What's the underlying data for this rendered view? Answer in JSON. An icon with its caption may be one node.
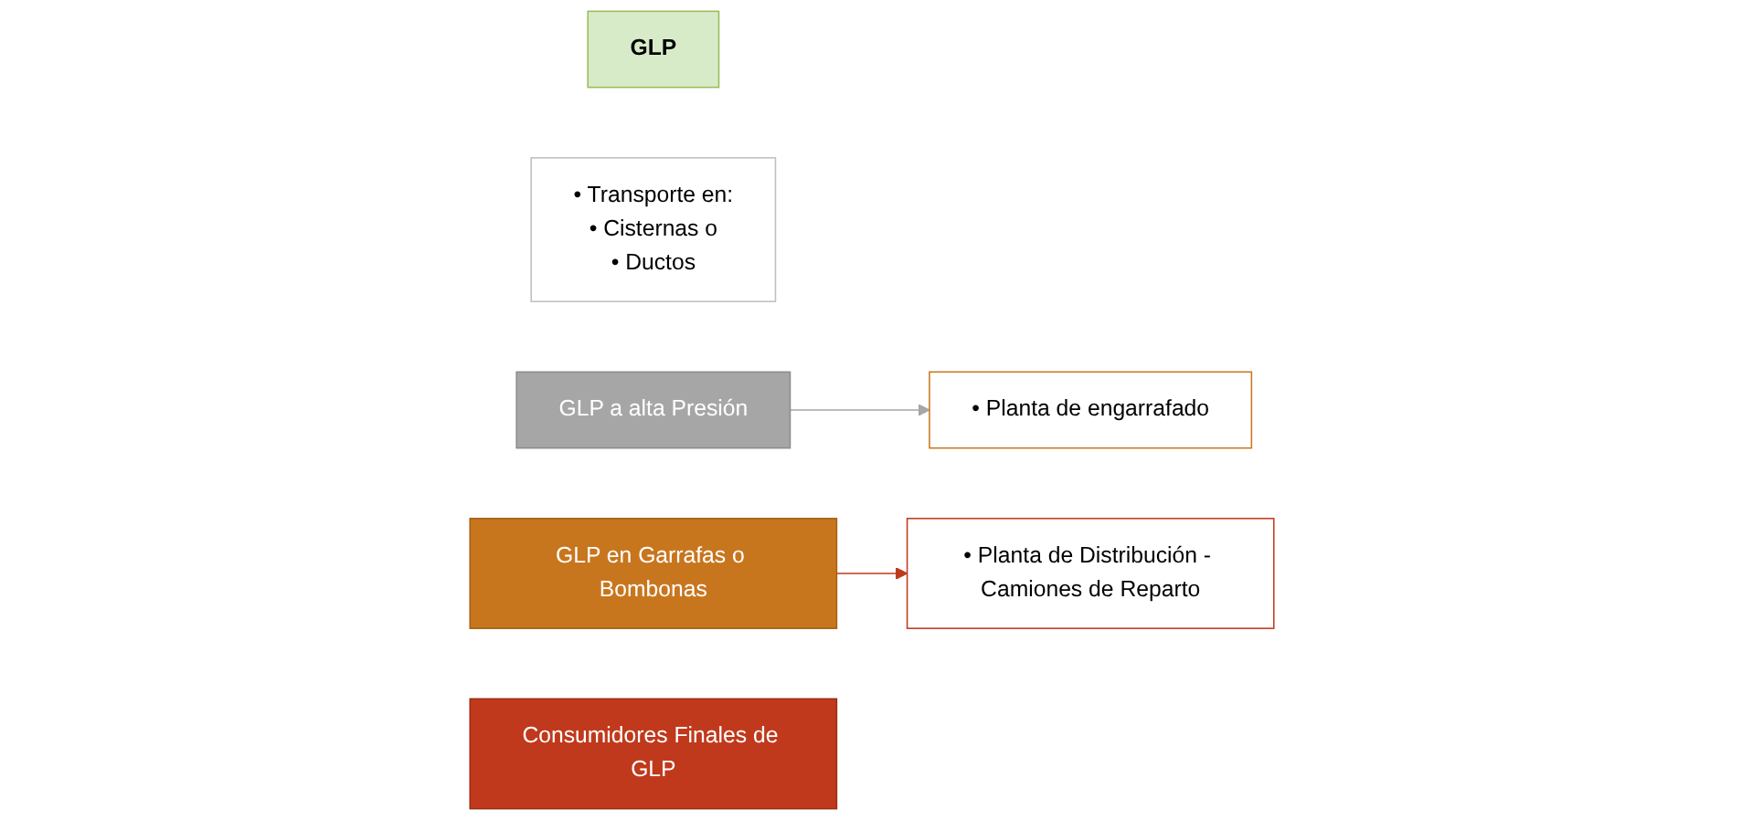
{
  "diagram": {
    "nodes": [
      {
        "text": [
          "GLP"
        ]
      },
      {
        "text": [
          "• Transporte en:",
          "• Cisternas o",
          "• Ductos"
        ]
      },
      {
        "text": [
          "GLP a alta Presión"
        ]
      },
      {
        "text": [
          "GLP en Garrafas o Bombonas"
        ]
      },
      {
        "text": [
          "• Planta de engarrafado"
        ]
      },
      {
        "text": [
          "• Planta de Distribución - Camiones de Reparto"
        ]
      },
      {
        "text": [
          "Consumidores Finales de GLP"
        ]
      }
    ],
    "edges": [
      {
        "from": 2,
        "to": 4,
        "arrow": "to",
        "color": "#a6a6a6"
      },
      {
        "from": 3,
        "to": 5,
        "arrow": "to",
        "color": "#c0391c"
      }
    ]
  }
}
